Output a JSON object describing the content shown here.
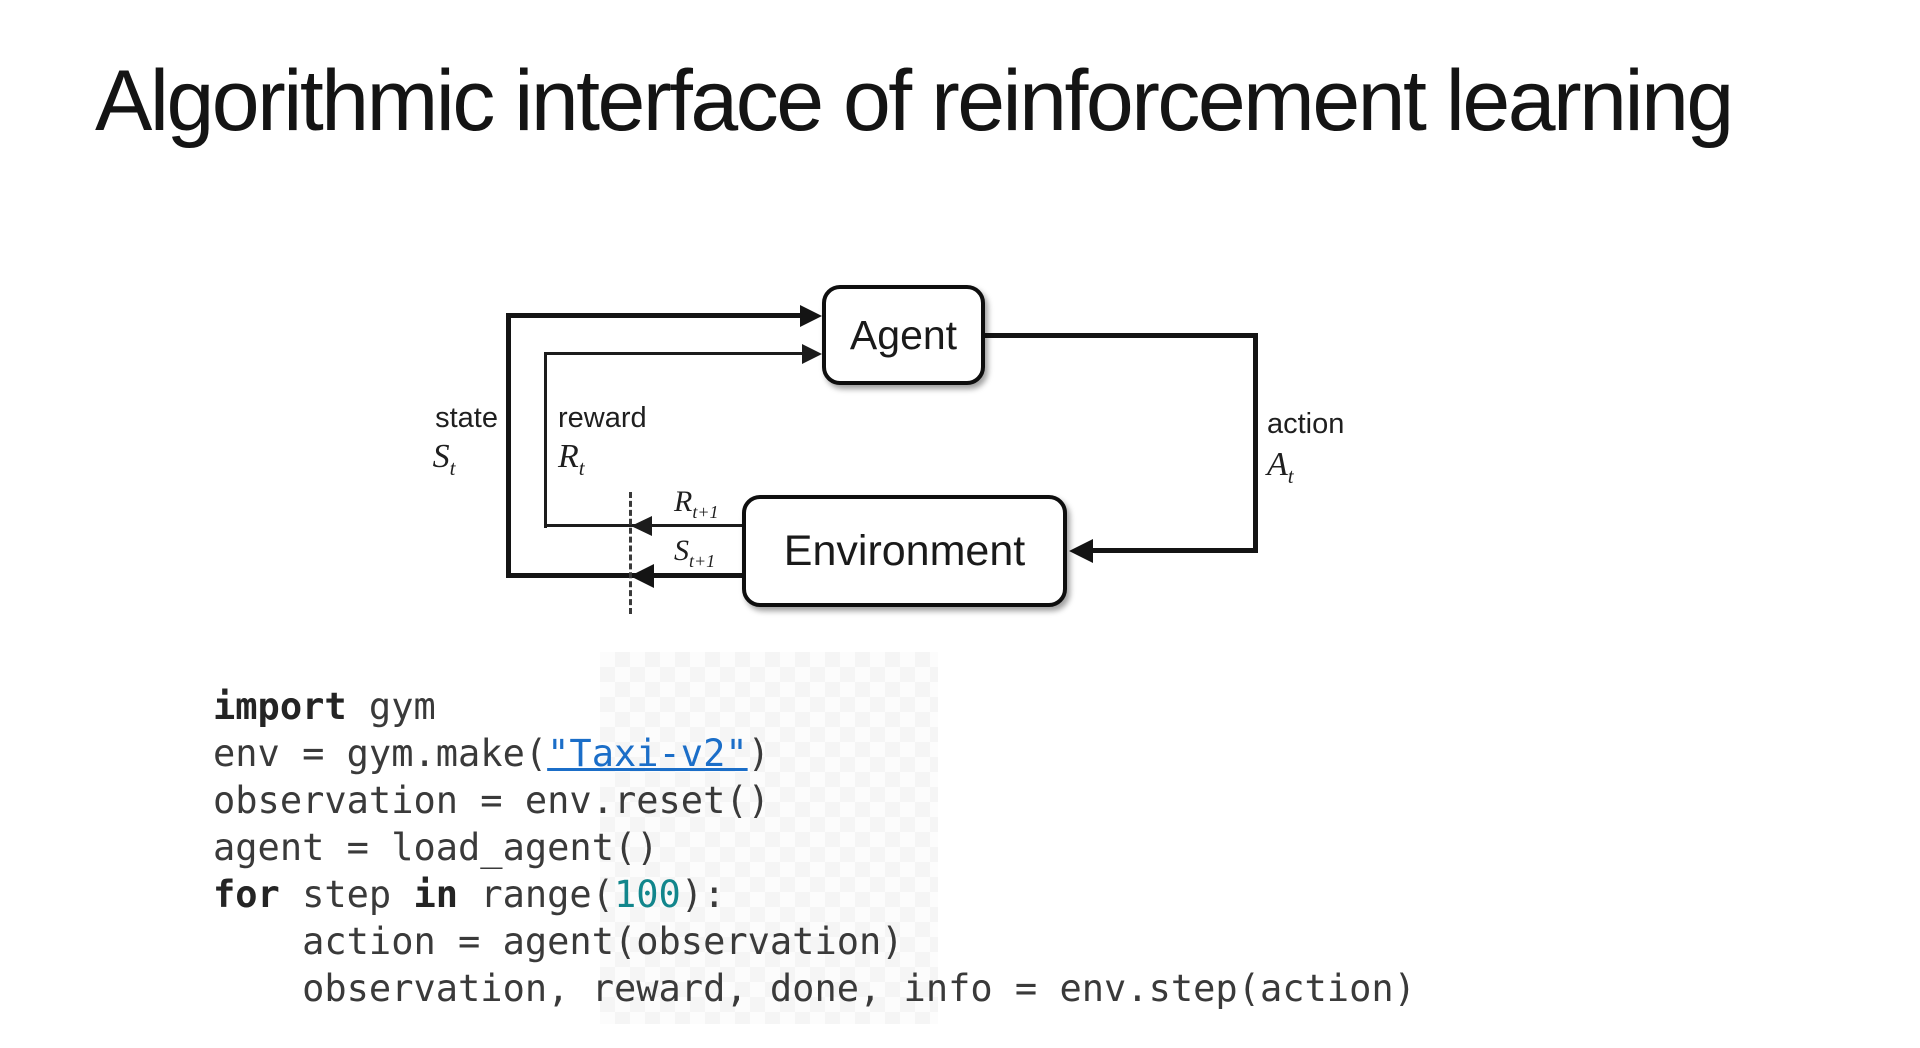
{
  "slide": {
    "title": "Algorithmic interface of reinforcement learning"
  },
  "diagram": {
    "agent_label": "Agent",
    "environment_label": "Environment",
    "state_label": "state",
    "reward_label": "reward",
    "action_label": "action",
    "symbols": {
      "state": {
        "base": "S",
        "sub": "t"
      },
      "reward": {
        "base": "R",
        "sub": "t"
      },
      "action": {
        "base": "A",
        "sub": "t"
      },
      "next_reward": {
        "base": "R",
        "sub": "t+1"
      },
      "next_state": {
        "base": "S",
        "sub": "t+1"
      }
    }
  },
  "code": {
    "lines": [
      [
        {
          "c": "k",
          "t": "import"
        },
        {
          "c": "p",
          "t": " gym"
        }
      ],
      [
        {
          "c": "p",
          "t": "env = gym.make("
        },
        {
          "c": "s",
          "t": "\"Taxi-v2\""
        },
        {
          "c": "p",
          "t": ")"
        }
      ],
      [
        {
          "c": "p",
          "t": "observation = env.reset()"
        }
      ],
      [
        {
          "c": "p",
          "t": "agent = load_agent()"
        }
      ],
      [
        {
          "c": "k",
          "t": "for"
        },
        {
          "c": "p",
          "t": " step "
        },
        {
          "c": "k",
          "t": "in"
        },
        {
          "c": "p",
          "t": " range("
        },
        {
          "c": "n",
          "t": "100"
        },
        {
          "c": "p",
          "t": "):"
        }
      ],
      [
        {
          "c": "p",
          "t": "    action = agent(observation)"
        }
      ],
      [
        {
          "c": "p",
          "t": "    observation, reward, done, info = env.step(action)"
        }
      ]
    ]
  },
  "colors": {
    "string_link_blue": "#1b6ec8",
    "number_teal": "#12868c",
    "line_black": "#141414"
  }
}
